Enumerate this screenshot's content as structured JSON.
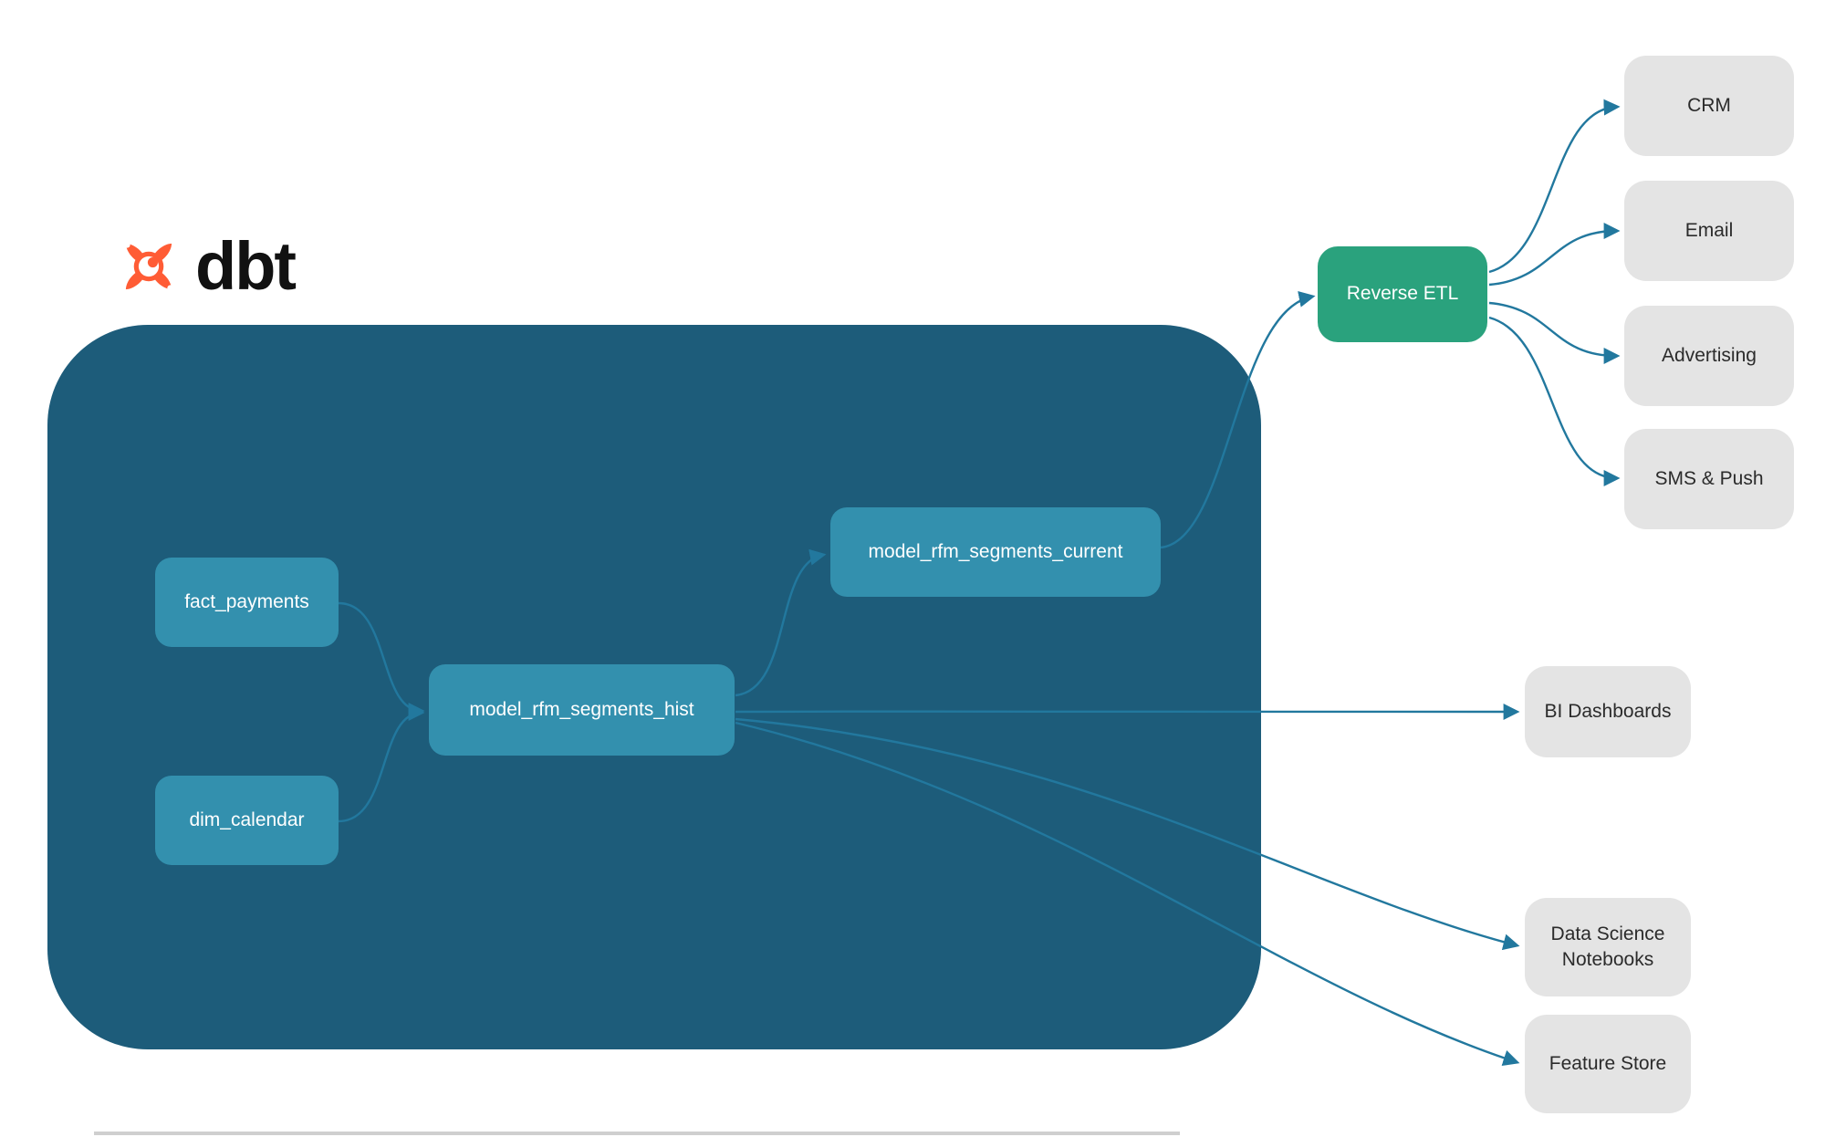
{
  "logo": {
    "text": "dbt",
    "orange": "#ff5c35"
  },
  "diagram": {
    "nodes": {
      "fact_payments": "fact_payments",
      "dim_calendar": "dim_calendar",
      "hist": "model_rfm_segments_hist",
      "current": "model_rfm_segments_current",
      "reverse_etl": "Reverse ETL",
      "crm": "CRM",
      "email": "Email",
      "advertising": "Advertising",
      "sms_push": "SMS & Push",
      "bi_dashboards": "BI Dashboards",
      "data_science_notebooks": "Data Science Notebooks",
      "feature_store": "Feature Store"
    },
    "edges": [
      {
        "from": "fact_payments",
        "to": "model_rfm_segments_hist"
      },
      {
        "from": "dim_calendar",
        "to": "model_rfm_segments_hist"
      },
      {
        "from": "model_rfm_segments_hist",
        "to": "model_rfm_segments_current"
      },
      {
        "from": "model_rfm_segments_current",
        "to": "Reverse ETL"
      },
      {
        "from": "Reverse ETL",
        "to": "CRM"
      },
      {
        "from": "Reverse ETL",
        "to": "Email"
      },
      {
        "from": "Reverse ETL",
        "to": "Advertising"
      },
      {
        "from": "Reverse ETL",
        "to": "SMS & Push"
      },
      {
        "from": "model_rfm_segments_hist",
        "to": "BI Dashboards"
      },
      {
        "from": "model_rfm_segments_hist",
        "to": "Data Science Notebooks"
      },
      {
        "from": "model_rfm_segments_hist",
        "to": "Feature Store"
      }
    ],
    "colors": {
      "container": "#1d5c7a",
      "model_node": "#3390ae",
      "reverse_etl_node": "#2aa27d",
      "destination_node": "#e4e4e4",
      "arrow": "#22789e",
      "logo_orange": "#ff5c35"
    }
  }
}
